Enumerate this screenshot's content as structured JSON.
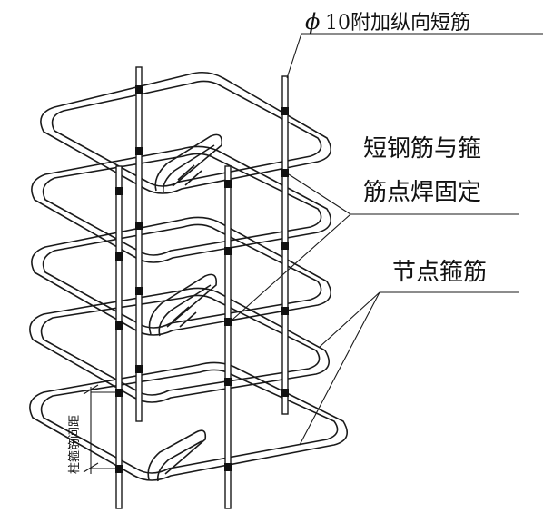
{
  "labels": {
    "short_bar": "10附加纵向短筋",
    "phi_symbol": "ϕ",
    "weld_line1": "短钢筋与箍",
    "weld_line2": "筋点焊固定",
    "node_stirrup": "节点箍筋",
    "spacing": "柱箍筋间距"
  }
}
